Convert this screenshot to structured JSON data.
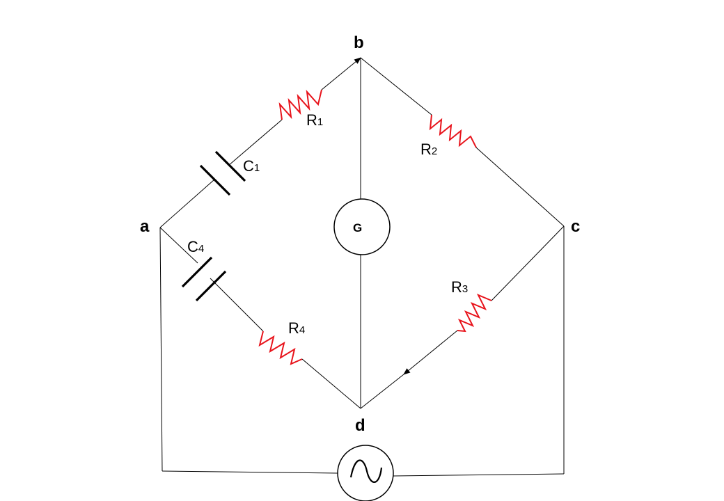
{
  "nodes": {
    "a": "a",
    "b": "b",
    "c": "c",
    "d": "d"
  },
  "components": {
    "R1": {
      "main": "R",
      "sub": "1"
    },
    "R2": {
      "main": "R",
      "sub": "2"
    },
    "R3": {
      "main": "R",
      "sub": "3"
    },
    "R4": {
      "main": "R",
      "sub": "4"
    },
    "C1": {
      "main": "C",
      "sub": "1"
    },
    "C4": {
      "main": "C",
      "sub": "4"
    }
  },
  "galvanometer": {
    "label": "G"
  },
  "source": {
    "icon": "ac-source-icon"
  },
  "colors": {
    "resistor": "#e8141c",
    "wire": "#000000"
  }
}
